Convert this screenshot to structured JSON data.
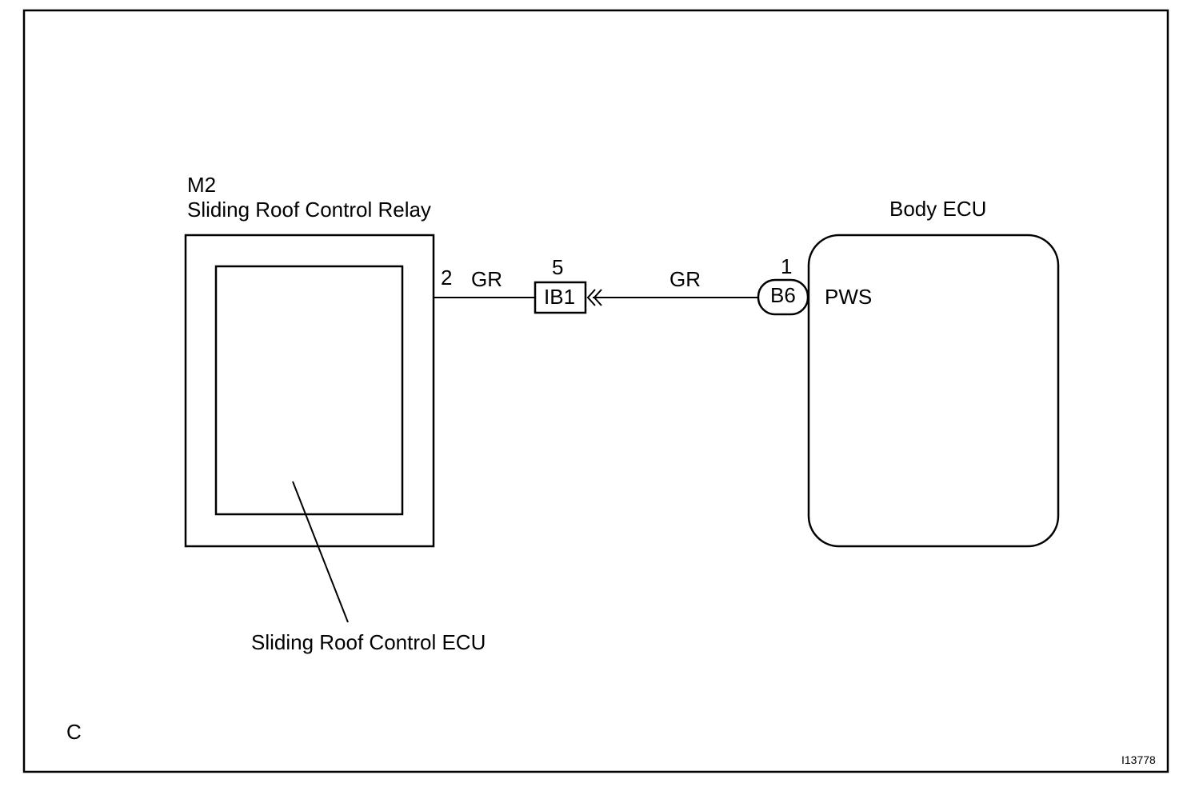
{
  "relay": {
    "code": "M2",
    "name": "Sliding Roof Control Relay",
    "pin": "2",
    "inner_label": "Sliding Roof Control ECU"
  },
  "wire_left": {
    "color": "GR"
  },
  "junction": {
    "pin": "5",
    "code": "IB1"
  },
  "wire_right": {
    "color": "GR"
  },
  "ecu": {
    "name": "Body ECU",
    "pin": "1",
    "connector": "B6",
    "terminal": "PWS"
  },
  "corner_letter": "C",
  "figure_id": "I13778"
}
